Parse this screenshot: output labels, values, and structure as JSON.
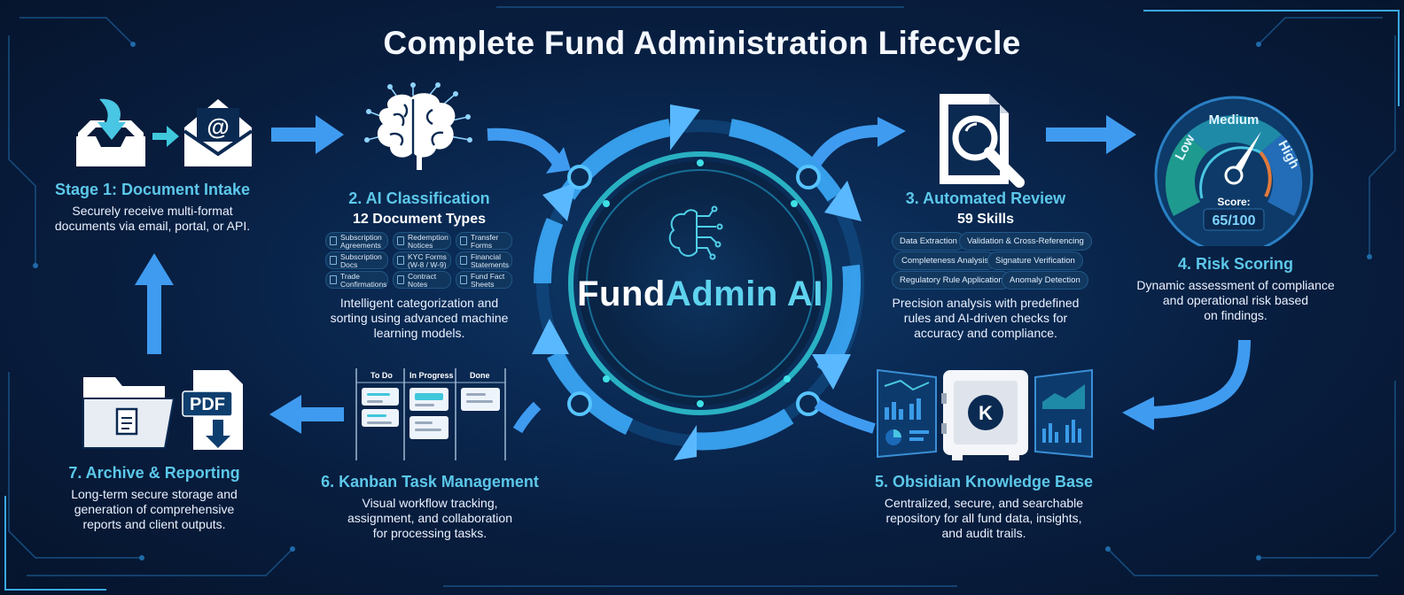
{
  "title": "Complete Fund Administration Lifecycle",
  "center": {
    "brand_part1": "Fund",
    "brand_part2": "Admin AI"
  },
  "stages": {
    "intake": {
      "title": "Stage 1: Document Intake",
      "desc": [
        "Securely receive multi-format",
        "documents via email, portal, or API."
      ]
    },
    "classification": {
      "title": "2. AI Classification",
      "subtitle": "12 Document Types",
      "types": [
        [
          "Subscription",
          "Agreements"
        ],
        [
          "Redemption",
          "Notices"
        ],
        [
          "Transfer",
          "Forms"
        ],
        [
          "Subscription",
          "Docs"
        ],
        [
          "KYC Forms",
          "(W-8 / W-9)"
        ],
        [
          "Financial",
          "Statements"
        ],
        [
          "Trade",
          "Confirmations"
        ],
        [
          "Contract",
          "Notes"
        ],
        [
          "Fund Fact",
          "Sheets"
        ]
      ],
      "desc": [
        "Intelligent categorization and",
        "sorting using advanced machine",
        "learning models."
      ]
    },
    "review": {
      "title": "3. Automated Review",
      "subtitle": "59 Skills",
      "skills": [
        "Data Extraction",
        "Validation & Cross-Referencing",
        "Completeness Analysis",
        "Signature Verification",
        "Regulatory Rule Application",
        "Anomaly Detection"
      ],
      "desc": [
        "Precision analysis with predefined",
        "rules and AI-driven checks for",
        "accuracy and compliance."
      ]
    },
    "risk": {
      "title": "4. Risk Scoring",
      "gauge": {
        "low": "Low",
        "medium": "Medium",
        "high": "High",
        "score_label": "Score:",
        "score": "65/100",
        "needle_fraction": 0.65
      },
      "desc": [
        "Dynamic assessment of compliance",
        "and operational risk based",
        "on findings."
      ]
    },
    "knowledge": {
      "title": "5. Obsidian Knowledge Base",
      "vault_letter": "K",
      "desc": [
        "Centralized, secure, and searchable",
        "repository for all fund data, insights,",
        "and audit trails."
      ]
    },
    "kanban": {
      "title": "6. Kanban Task Management",
      "columns": [
        "To Do",
        "In Progress",
        "Done"
      ],
      "desc": [
        "Visual workflow tracking,",
        "assignment, and collaboration",
        "for processing tasks."
      ]
    },
    "archive": {
      "title": "7. Archive & Reporting",
      "pdf_label": "PDF",
      "desc": [
        "Long-term secure storage and",
        "generation of comprehensive",
        "reports and client outputs."
      ]
    }
  },
  "colors": {
    "accent": "#5cc8ea",
    "arrow": "#3f9bf0",
    "teal": "#35d3d8",
    "background": "#0a2a54"
  }
}
